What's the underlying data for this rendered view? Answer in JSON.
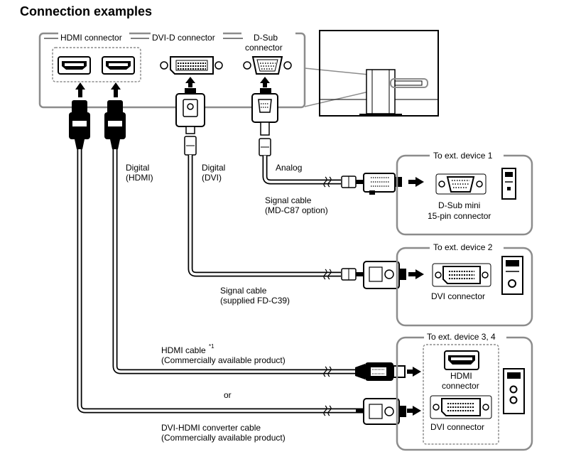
{
  "title": "Connection examples",
  "monitor_ports": {
    "hdmi": "HDMI connector",
    "dvi": "DVI-D connector",
    "dsub_line1": "D-Sub",
    "dsub_line2": "connector"
  },
  "signals": {
    "digital_hdmi_1": "Digital",
    "digital_hdmi_2": "(HDMI)",
    "digital_dvi_1": "Digital",
    "digital_dvi_2": "(DVI)",
    "analog": "Analog"
  },
  "cables": {
    "dsub_cable_1": "Signal cable",
    "dsub_cable_2": "(MD-C87 option)",
    "dvi_cable_1": "Signal cable",
    "dvi_cable_2": "(supplied FD-C39)",
    "hdmi_cable_1": "HDMI cable",
    "hdmi_cable_sup": "*1",
    "hdmi_cable_2": "(Commercially available product)",
    "or": "or",
    "dvi_hdmi_cable_1": "DVI-HDMI converter cable",
    "dvi_hdmi_cable_2": "(Commercially available product)"
  },
  "devices": {
    "device1": {
      "title": "To ext. device 1",
      "label_1": "D-Sub mini",
      "label_2": "15-pin connector"
    },
    "device2": {
      "title": "To ext. device 2",
      "label": "DVI connector"
    },
    "device34": {
      "title": "To ext. device 3, 4",
      "hdmi_1": "HDMI",
      "hdmi_2": "connector",
      "dvi": "DVI connector"
    }
  },
  "colors": {
    "stroke": "#000000",
    "box": "#8c8c8c",
    "dashed": "#8c8c8c"
  },
  "icons": [
    "monitor-icon",
    "hdmi-port-icon",
    "dvi-port-icon",
    "dsub-port-icon",
    "arrow-up-icon",
    "arrow-right-icon",
    "pc-tower-icon"
  ]
}
